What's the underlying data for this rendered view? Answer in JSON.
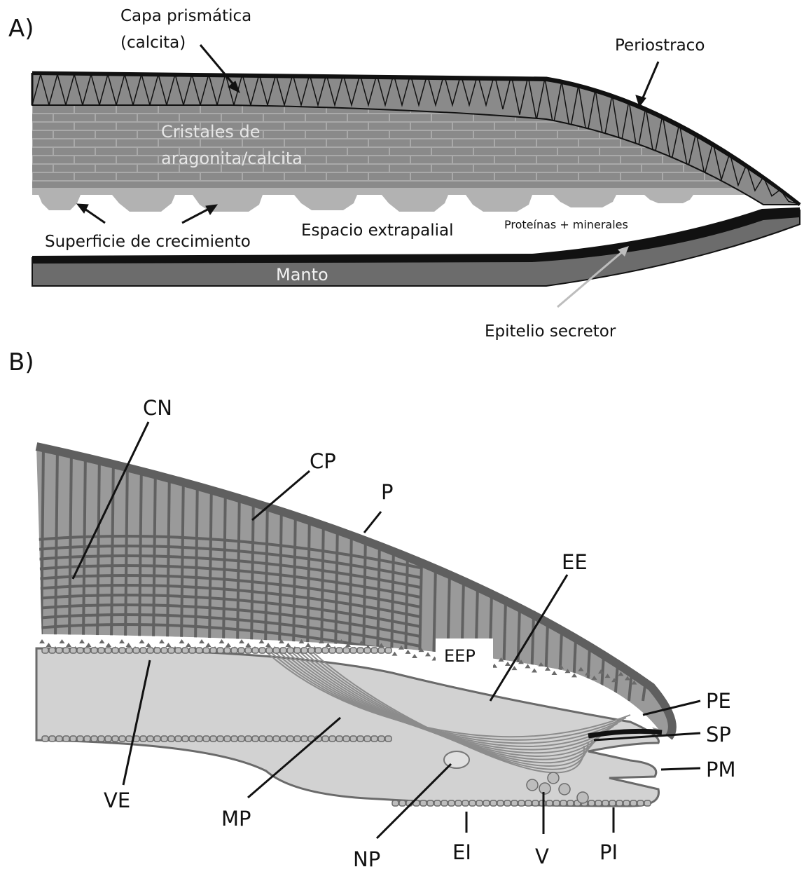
{
  "panels": {
    "a": "A)",
    "b": "B)"
  },
  "panel_a": {
    "capa_prismatica_1": "Capa prismática",
    "capa_prismatica_2": "(calcita)",
    "periostraco": "Periostraco",
    "cristales_1": "Cristales de",
    "cristales_2": "aragonita/calcita",
    "superficie": "Superficie de crecimiento",
    "espacio": "Espacio extrapalial",
    "proteinas": "Proteínas + minerales",
    "manto": "Manto",
    "epitelio": "Epitelio secretor"
  },
  "panel_b": {
    "CN": "CN",
    "CP": "CP",
    "P": "P",
    "EE": "EE",
    "EEP": "EEP",
    "PE": "PE",
    "SP": "SP",
    "PM": "PM",
    "VE": "VE",
    "MP": "MP",
    "NP": "NP",
    "EI": "EI",
    "V": "V",
    "PI": "PI"
  },
  "colors": {
    "shell_dark": "#5f5f5f",
    "shell_mid": "#8a8a8a",
    "tissue": "#d2d2d2",
    "growth": "#b2b2b2",
    "black": "#111111"
  }
}
